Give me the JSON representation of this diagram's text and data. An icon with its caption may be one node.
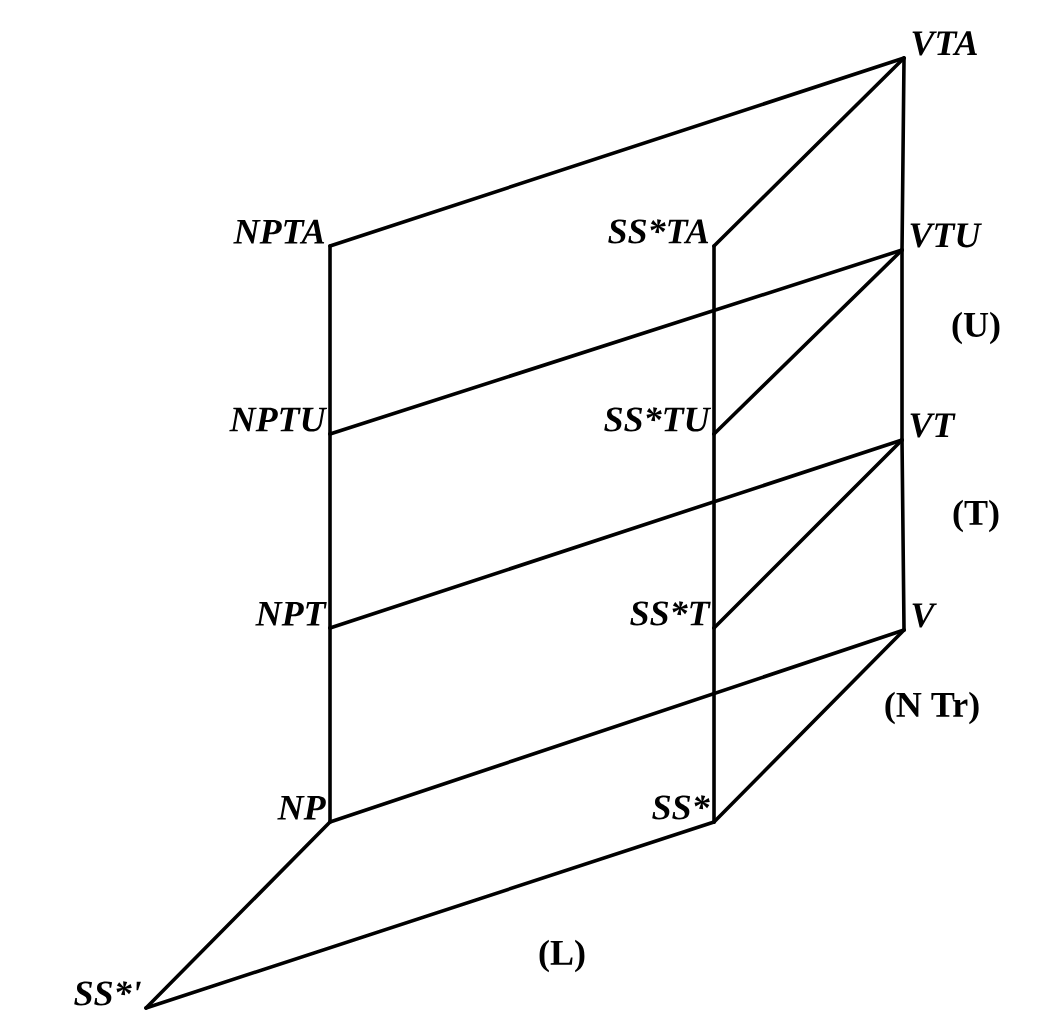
{
  "diagram": {
    "nodes": [
      {
        "text": [
          "VTA"
        ]
      },
      {
        "text": [
          "NPTA"
        ]
      },
      {
        "text": [
          "SS*TA"
        ]
      },
      {
        "text": [
          "VTU"
        ]
      },
      {
        "text": [
          "NPTU"
        ]
      },
      {
        "text": [
          "SS*TU"
        ]
      },
      {
        "text": [
          "VT"
        ]
      },
      {
        "text": [
          "NPT"
        ]
      },
      {
        "text": [
          "SS*T"
        ]
      },
      {
        "text": [
          "V"
        ]
      },
      {
        "text": [
          "NP"
        ]
      },
      {
        "text": [
          "SS*"
        ]
      },
      {
        "text": [
          "SS*'"
        ]
      }
    ],
    "edges": [
      {
        "from": 1,
        "to": 0,
        "arrow": "none"
      },
      {
        "from": 2,
        "to": 0,
        "arrow": "none"
      },
      {
        "from": 0,
        "to": 3,
        "arrow": "none"
      },
      {
        "from": 3,
        "to": 6,
        "arrow": "none"
      },
      {
        "from": 6,
        "to": 9,
        "arrow": "none"
      },
      {
        "from": 1,
        "to": 4,
        "arrow": "none"
      },
      {
        "from": 4,
        "to": 7,
        "arrow": "none"
      },
      {
        "from": 7,
        "to": 10,
        "arrow": "none"
      },
      {
        "from": 2,
        "to": 5,
        "arrow": "none"
      },
      {
        "from": 5,
        "to": 8,
        "arrow": "none"
      },
      {
        "from": 8,
        "to": 11,
        "arrow": "none"
      },
      {
        "from": 4,
        "to": 3,
        "arrow": "none"
      },
      {
        "from": 5,
        "to": 3,
        "arrow": "none"
      },
      {
        "from": 7,
        "to": 6,
        "arrow": "none"
      },
      {
        "from": 8,
        "to": 6,
        "arrow": "none"
      },
      {
        "from": 10,
        "to": 9,
        "arrow": "none"
      },
      {
        "from": 11,
        "to": 9,
        "arrow": "none"
      },
      {
        "from": 10,
        "to": 12,
        "arrow": "none"
      },
      {
        "from": 12,
        "to": 11,
        "arrow": "none"
      }
    ],
    "labels": [
      "(U)",
      "(T)",
      "(N Tr)",
      "(L)"
    ]
  }
}
